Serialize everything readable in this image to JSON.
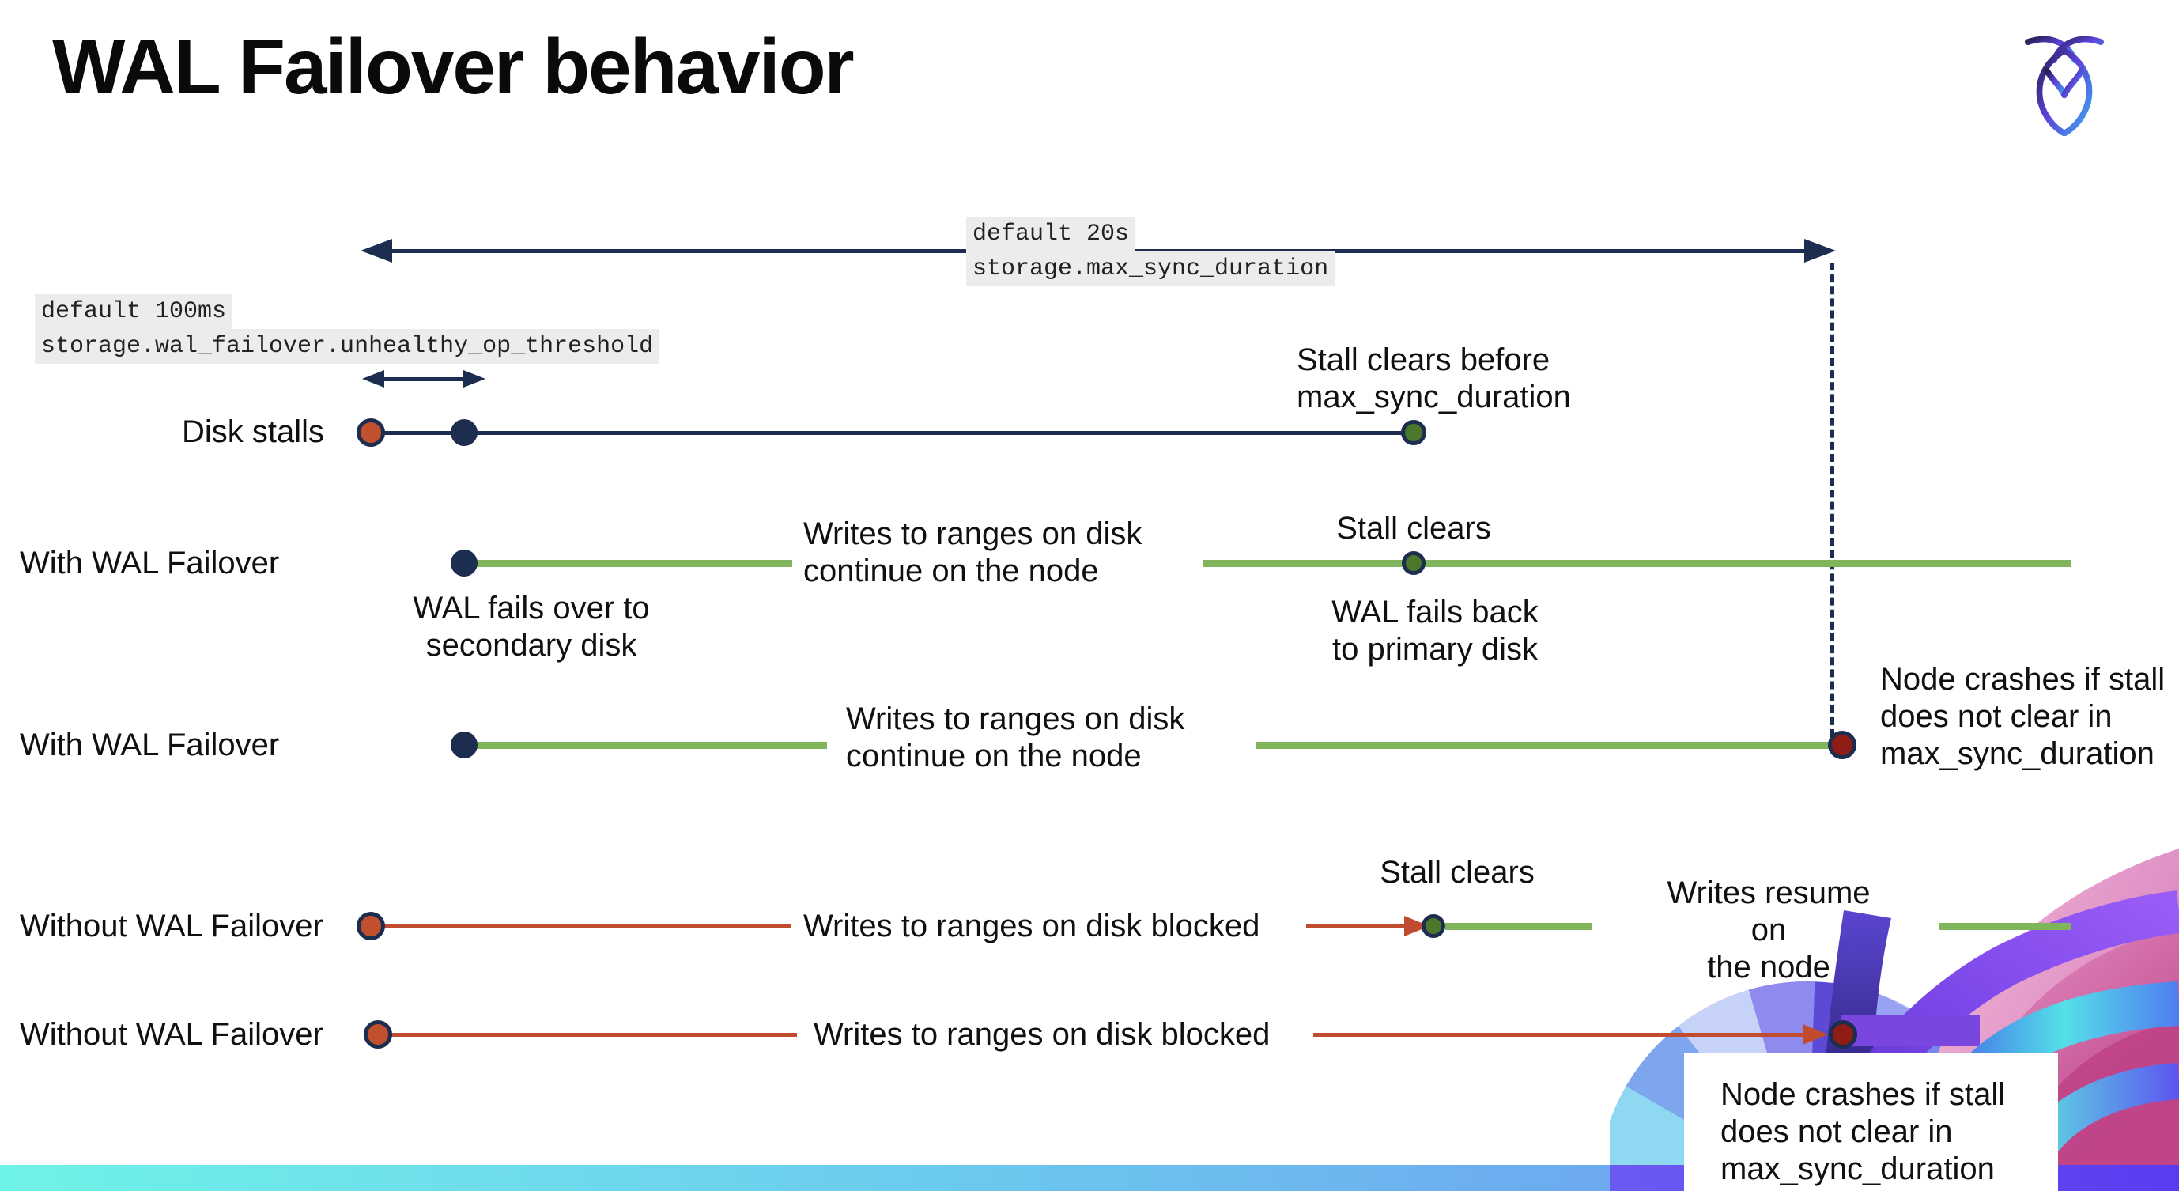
{
  "title": "WAL Failover behavior",
  "logo": {
    "name": "cockroachdb-logo"
  },
  "settings": {
    "max_sync": {
      "default_label": "default 20s",
      "setting_name": "storage.max_sync_duration"
    },
    "unhealthy_op": {
      "default_label": "default 100ms",
      "setting_name": "storage.wal_failover.unhealthy_op_threshold"
    }
  },
  "row_labels": {
    "disk_stalls": "Disk stalls",
    "with_wal_1": "With WAL Failover",
    "with_wal_2": "With WAL Failover",
    "without_wal_1": "Without WAL Failover",
    "without_wal_2": "Without WAL Failover"
  },
  "annotations": {
    "stall_clears_before": "Stall clears before\nmax_sync_duration",
    "stall_clears_mid": "Stall clears",
    "stall_clears_without": "Stall clears",
    "wal_fails_over": "WAL fails over to\nsecondary disk",
    "wal_fails_back": "WAL fails  back\nto primary disk",
    "writes_continue_1": "Writes to ranges on disk\ncontinue on the node",
    "writes_continue_2": "Writes to ranges on disk\ncontinue on the node",
    "writes_blocked_1": "Writes to ranges on disk  blocked",
    "writes_blocked_2": "Writes to ranges on disk  blocked",
    "writes_resume": "Writes resume on\nthe node",
    "node_crashes_failover": "Node crashes if stall\ndoes not clear in\nmax_sync_duration",
    "node_crashes_without": "Node crashes if stall\ndoes not clear in\nmax_sync_duration"
  },
  "colors": {
    "navy": "#1d2d50",
    "green_line": "#80b55c",
    "green_dot": "#4c782c",
    "red": "#c14b2e",
    "red_dot": "#c1502f",
    "dark_red_dot": "#8f1d15",
    "code_bg": "#ececec",
    "footer_gradient_left": "#6ff2e8",
    "footer_gradient_right": "#6b8df2"
  }
}
